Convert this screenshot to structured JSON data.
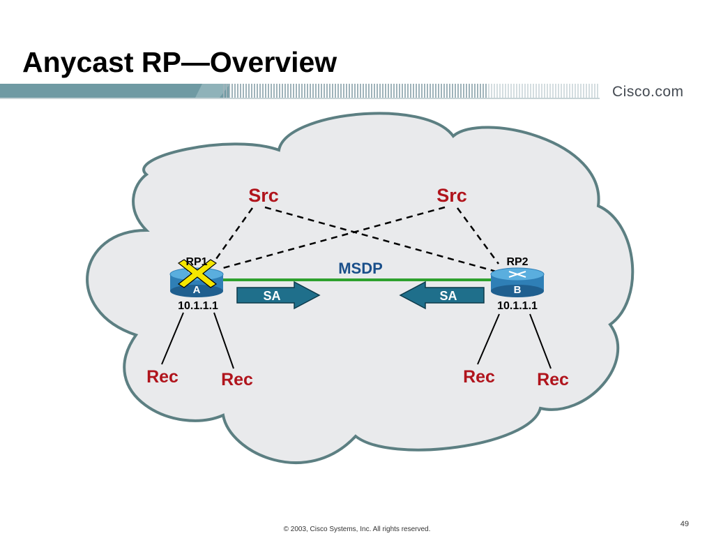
{
  "title": "Anycast RP—Overview",
  "brand": "Cisco.com",
  "diagram": {
    "sources": [
      {
        "label": "Src"
      },
      {
        "label": "Src"
      }
    ],
    "routers": [
      {
        "name": "RP1",
        "letter": "A",
        "ip": "10.1.1.1",
        "failed": true
      },
      {
        "name": "RP2",
        "letter": "B",
        "ip": "10.1.1.1",
        "failed": false
      }
    ],
    "link_label": "MSDP",
    "sa_messages": [
      {
        "label": "SA"
      },
      {
        "label": "SA"
      }
    ],
    "receivers": [
      {
        "label": "Rec"
      },
      {
        "label": "Rec"
      },
      {
        "label": "Rec"
      },
      {
        "label": "Rec"
      }
    ],
    "colors": {
      "cloud_fill": "#e9eaec",
      "cloud_stroke": "#5c7f82",
      "link": "#2ea12e",
      "arrow_fill": "#1f6f8b",
      "router": "#3a8fc4",
      "label_red": "#b0141c",
      "fail_mark": "#f5e600"
    }
  },
  "footer": {
    "copyright": "© 2003, Cisco Systems, Inc. All rights reserved.",
    "page_number": "49"
  }
}
